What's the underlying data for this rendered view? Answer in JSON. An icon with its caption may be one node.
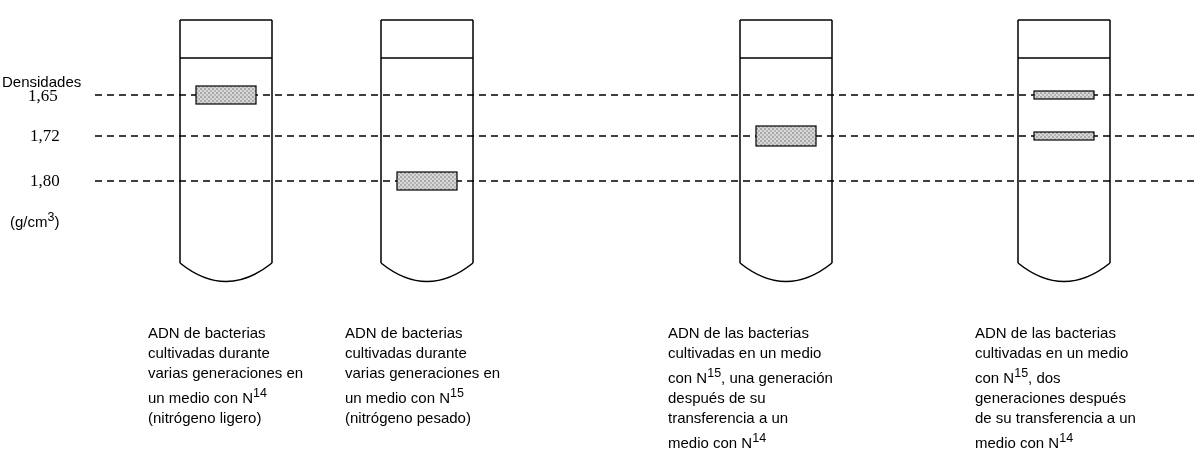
{
  "diagram": {
    "labels": [
      "Densidades",
      "1,65",
      "1,72",
      "1,80",
      "(g/cm$^{3}$)",
      "ADN de bacterias cultivadas durante varias generaciones en un medio con N$^{14}$ (nitrógeno ligero)",
      "ADN de bacterias cultivadas durante varias generaciones en un medio con N$^{15}$ (nitrógeno pesado)",
      "ADN de las bacterias cultivadas en un medio con N$^{15}$, una generación después de su transferencia a un medio con N$^{14}$",
      "ADN de las bacterias cultivadas en un medio con N$^{15}$, dos generaciones después de su transferencia a un medio con N$^{14}$"
    ]
  }
}
